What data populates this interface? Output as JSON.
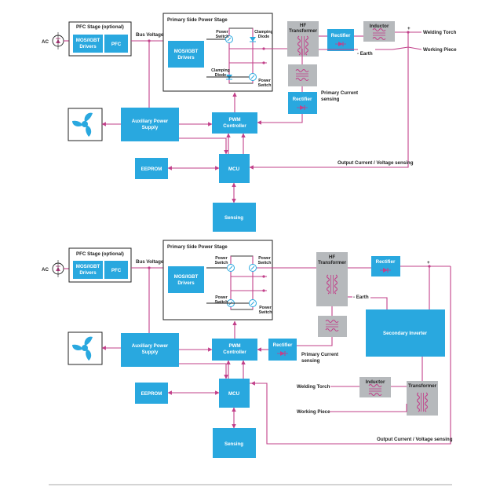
{
  "diagram1": {
    "ac": "AC",
    "pfc_title": "PFC Stage (optional)",
    "mos_line1": "MOS/IGBT",
    "mos_line2": "Drivers",
    "pfc": "PFC",
    "bus_voltage": "Bus Voltage",
    "primary_title": "Primary Side Power Stage",
    "inner_mos_line1": "MOS/IGBT",
    "inner_mos_line2": "Drivers",
    "power_switch_line1": "Power",
    "power_switch_line2": "Switch",
    "clamping_line1": "Clamping",
    "clamping_line2": "Diode",
    "hf_line1": "HF",
    "hf_line2": "Transformer",
    "rectifier": "Rectifier",
    "inductor": "Inductor",
    "plus": "+",
    "welding_torch": "Welding Torch",
    "earth": "- Earth",
    "working_piece": "Working Piece",
    "rectifier2": "Rectifier",
    "primary_current_line1": "Primary Current",
    "primary_current_line2": "sensing",
    "aux_line1": "Auxiliary Power",
    "aux_line2": "Supply",
    "pwm_line1": "PWM",
    "pwm_line2": "Controller",
    "eeprom": "EEPROM",
    "mcu": "MCU",
    "output_sensing": "Output Current / Voltage sensing",
    "sensing": "Sensing"
  },
  "diagram2": {
    "ac": "AC",
    "pfc_title": "PFC Stage (optional)",
    "mos_line1": "MOS/IGBT",
    "mos_line2": "Drivers",
    "pfc": "PFC",
    "bus_voltage": "Bus Voltage",
    "primary_title": "Primary Side Power Stage",
    "inner_mos_line1": "MOS/IGBT",
    "inner_mos_line2": "Drivers",
    "power_switch_line1": "Power",
    "power_switch_line2": "Switch",
    "hf_line1": "HF",
    "hf_line2": "Transformer",
    "rectifier": "Rectifier",
    "plus": "+",
    "earth": "- Earth",
    "secondary_inverter": "Secondary Inverter",
    "rectifier2": "Rectifier",
    "primary_current_line1": "Primary Current",
    "primary_current_line2": "sensing",
    "aux_line1": "Auxiliary Power",
    "aux_line2": "Supply",
    "pwm_line1": "PWM",
    "pwm_line2": "Controller",
    "eeprom": "EEPROM",
    "mcu": "MCU",
    "welding_torch": "Welding Torch",
    "inductor": "Inductor",
    "transformer": "Transformer",
    "working_piece": "Working Piece",
    "output_sensing": "Output Current / Voltage sensing",
    "sensing": "Sensing"
  },
  "colors": {
    "block": "#29a8df",
    "wire": "#c2408a",
    "gray_block": "#b6b9bc",
    "text_dark": "#222222"
  }
}
